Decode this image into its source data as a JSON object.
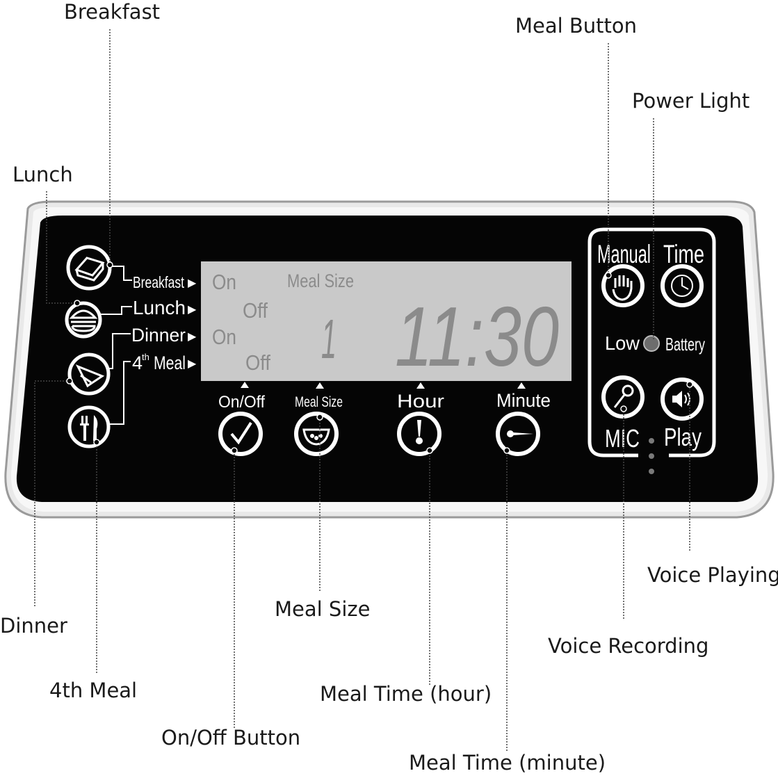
{
  "callouts": {
    "breakfast": "Breakfast",
    "lunch": "Lunch",
    "dinner": "Dinner",
    "fourth_meal": "4th Meal",
    "meal_button": "Meal Button",
    "power_light": "Power Light",
    "voice_playing": "Voice Playing",
    "voice_recording": "Voice Recording",
    "meal_size": "Meal Size",
    "meal_time_hour": "Meal Time (hour)",
    "meal_time_minute": "Meal Time (minute)",
    "on_off_button": "On/Off Button"
  },
  "panel": {
    "meals": {
      "breakfast": "Breakfast",
      "lunch": "Lunch",
      "dinner": "Dinner",
      "fourth_prefix": "4",
      "fourth_sup": "th",
      "fourth_suffix": "Meal",
      "arrow": "▶"
    },
    "lcd": {
      "on_1": "On",
      "off_1": "Off",
      "on_2": "On",
      "off_2": "Off",
      "meal_size_label": "Meal Size",
      "meal_size_value": "1",
      "time": "11:30"
    },
    "buttons": {
      "on_off": "On/Off",
      "meal_size": "Meal Size",
      "hour": "Hour",
      "minute": "Minute"
    },
    "right": {
      "manual": "Manual",
      "time": "Time",
      "low": "Low",
      "battery": "Battery",
      "mic": "MIC",
      "play": "Play"
    }
  },
  "colors": {
    "panel": "#050505",
    "bezel": "#e7e7e7",
    "lcd": "#c9c9c9",
    "lcd_text": "#8b8b8b",
    "text": "#1a1a1a"
  }
}
